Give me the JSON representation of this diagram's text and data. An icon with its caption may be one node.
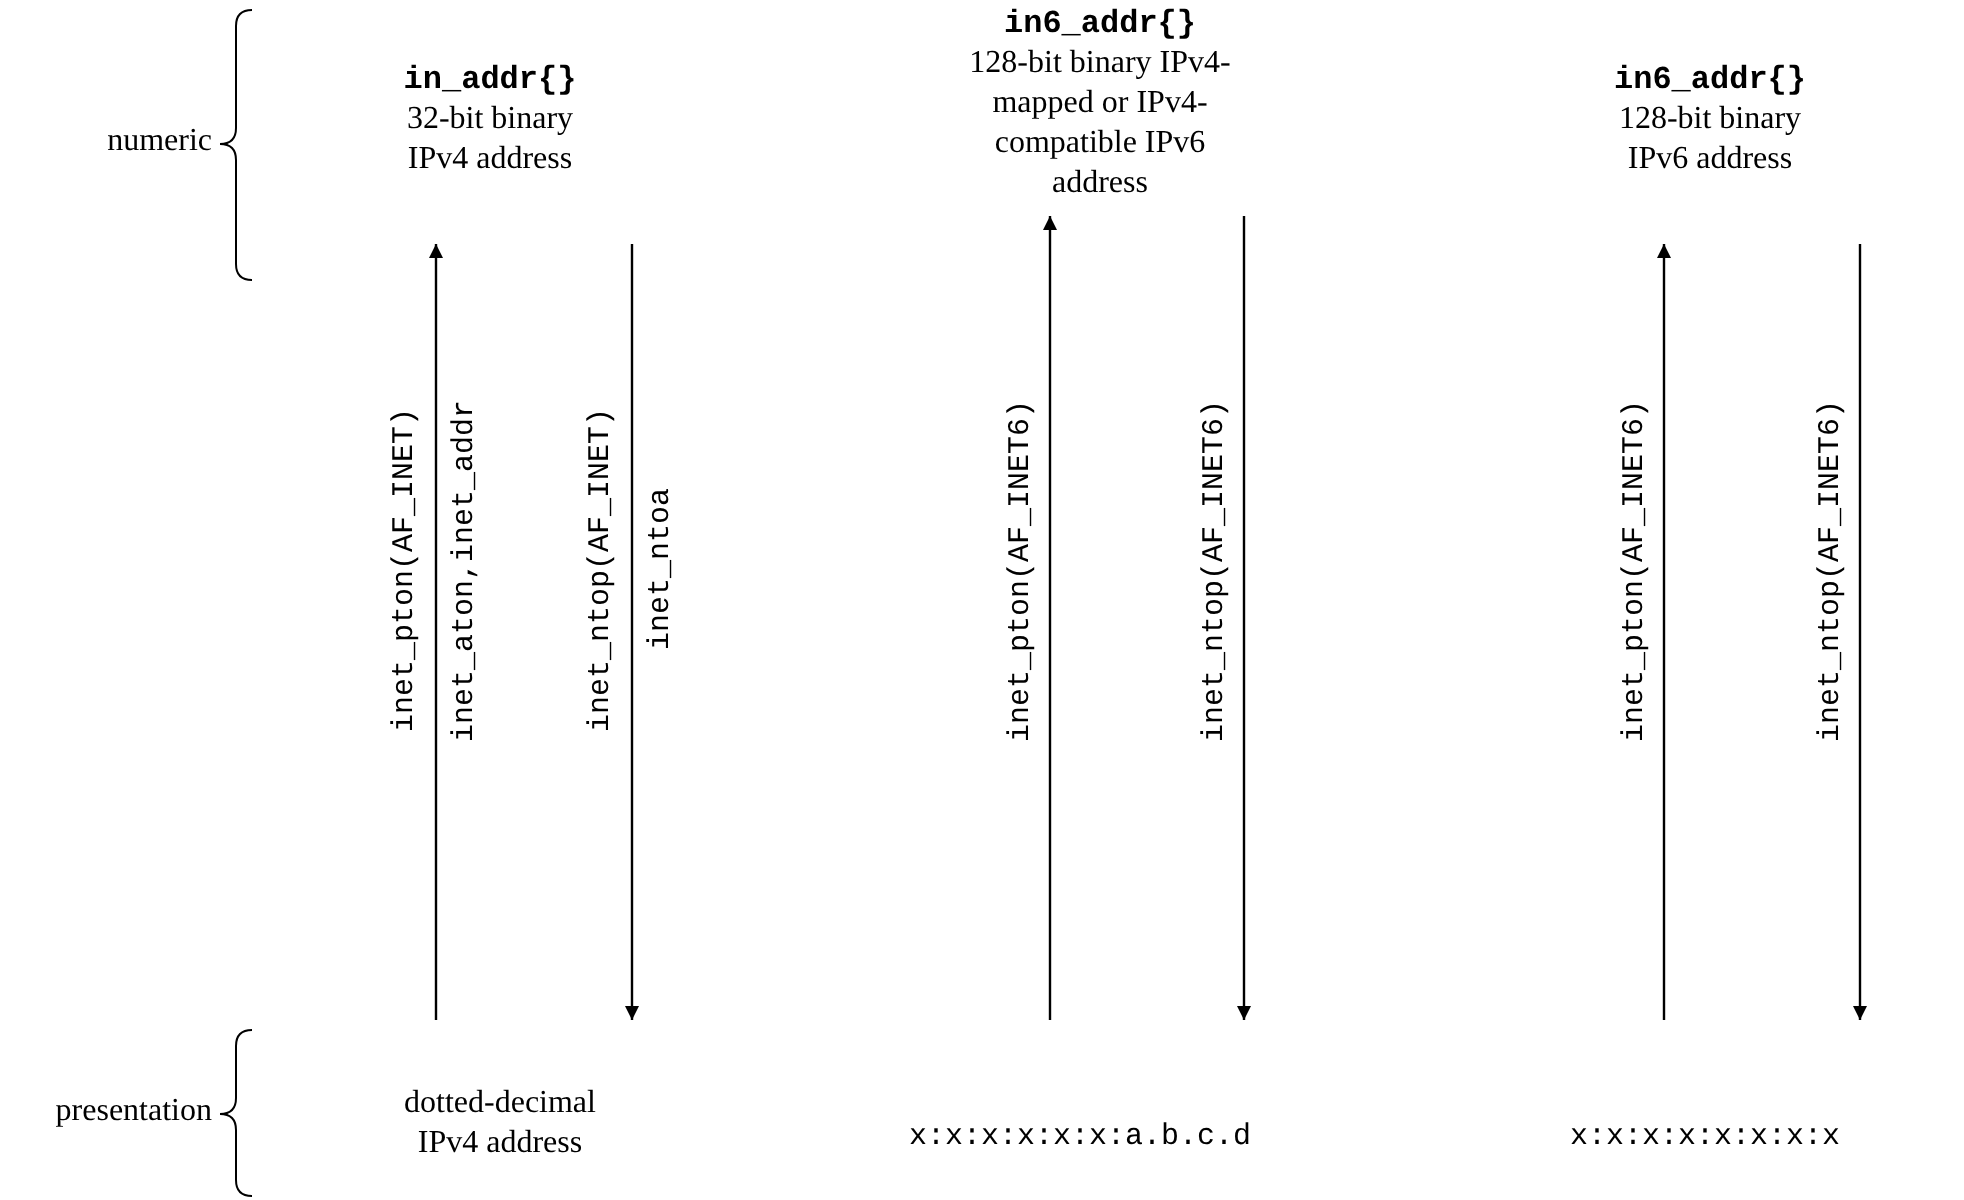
{
  "diagram": {
    "nodes": [
      {
        "text": [
          "in_addr{}",
          "32-bit binary IPv4 address"
        ]
      },
      {
        "text": [
          "in6_addr{}",
          "128-bit binary IPv4-mapped or IPv4-compatible IPv6 address"
        ]
      },
      {
        "text": [
          "in6_addr{}",
          "128-bit binary IPv6 address"
        ]
      },
      {
        "text": [
          "dotted-decimal IPv4 address"
        ]
      },
      {
        "text": [
          "x:x:x:x:x:x:a.b.c.d"
        ]
      },
      {
        "text": [
          "x:x:x:x:x:x:x:x"
        ]
      }
    ],
    "edges": [
      {
        "from": 3,
        "to": 0,
        "arrow": "to",
        "label": "inet_pton(AF_INET) inet_aton,inet_addr"
      },
      {
        "from": 0,
        "to": 3,
        "arrow": "to",
        "label": "inet_ntop(AF_INET) inet_ntoa"
      },
      {
        "from": 4,
        "to": 1,
        "arrow": "to",
        "label": "inet_pton(AF_INET6)"
      },
      {
        "from": 1,
        "to": 4,
        "arrow": "to",
        "label": "inet_ntop(AF_INET6)"
      },
      {
        "from": 5,
        "to": 2,
        "arrow": "to",
        "label": "inet_pton(AF_INET6)"
      },
      {
        "from": 2,
        "to": 5,
        "arrow": "to",
        "label": "inet_ntop(AF_INET6)"
      }
    ],
    "labels": [
      "numeric",
      "presentation"
    ]
  }
}
